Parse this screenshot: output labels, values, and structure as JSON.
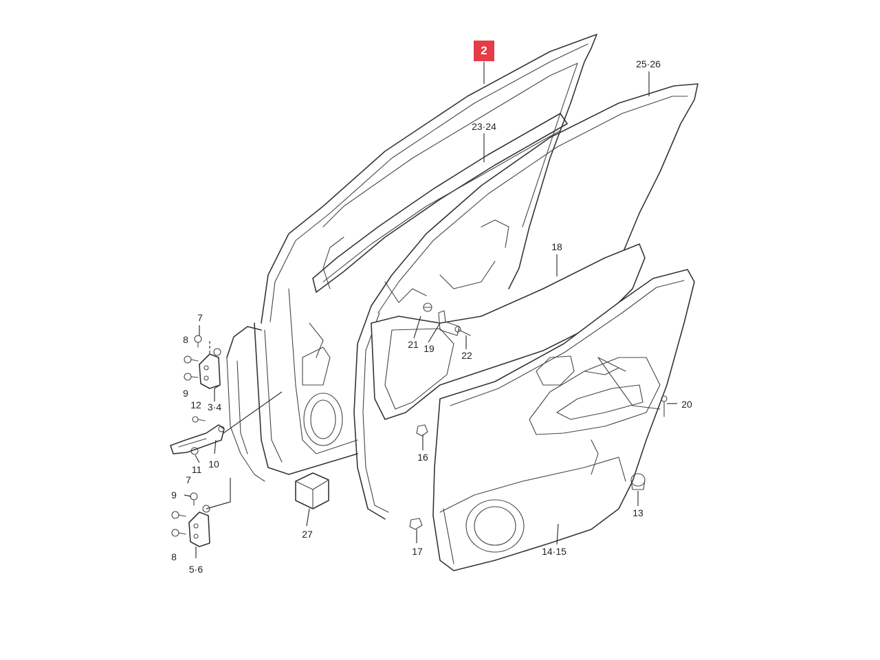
{
  "highlight": {
    "label": "2",
    "color": "#e53c47"
  },
  "callouts": {
    "c_25_26": "25·26",
    "c_23_24": "23·24",
    "c_18": "18",
    "c_21": "21",
    "c_19": "19",
    "c_22": "22",
    "c_20": "20",
    "c_16": "16",
    "c_13": "13",
    "c_17": "17",
    "c_14_15": "14·15",
    "c_27": "27",
    "c_7a": "7",
    "c_8a": "8",
    "c_9a": "9",
    "c_3_4": "3·4",
    "c_12": "12",
    "c_11": "11",
    "c_10": "10",
    "c_7b": "7",
    "c_9b": "9",
    "c_8b": "8",
    "c_5_6": "5·6"
  }
}
